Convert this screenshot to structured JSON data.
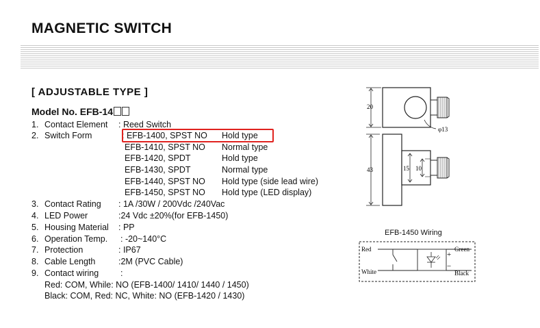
{
  "title": "MAGNETIC SWITCH",
  "subtitle": "[ ADJUSTABLE  TYPE ]",
  "model_label": "Model No.  EFB-14",
  "specs": [
    {
      "num": "1.",
      "label": "Contact Element",
      "value": ": Reed Switch"
    },
    {
      "num": "2.",
      "label": "Switch Form",
      "value": ""
    },
    {
      "num": "3.",
      "label": "Contact Rating",
      "value": ": 1A /30W / 200Vdc /240Vac"
    },
    {
      "num": "4.",
      "label": "LED Power",
      "value": ":24 Vdc ±20%(for EFB-1450)"
    },
    {
      "num": "5.",
      "label": "Housing Material",
      "value": ": PP"
    },
    {
      "num": "6.",
      "label": "Operation Temp.",
      "value": ": -20~140°C"
    },
    {
      "num": "7.",
      "label": "Protection",
      "value": ": IP67"
    },
    {
      "num": "8.",
      "label": "Cable Length",
      "value": ":2M (PVC Cable)"
    },
    {
      "num": "9.",
      "label": "Contact wiring",
      "value": ":"
    }
  ],
  "switch_forms": [
    {
      "model": ": EFB-1400, SPST NO",
      "type": "Hold type"
    },
    {
      "model": "EFB-1410, SPST NO",
      "type": "Normal type"
    },
    {
      "model": "EFB-1420, SPDT",
      "type": "Hold type"
    },
    {
      "model": "EFB-1430, SPDT",
      "type": "Normal type"
    },
    {
      "model": "EFB-1440, SPST NO",
      "type": "Hold type (side lead wire)"
    },
    {
      "model": "EFB-1450, SPST NO",
      "type": "Hold type (LED display)"
    }
  ],
  "wiring_notes": [
    "Red: COM, While: NO  (EFB-1400/ 1410/ 1440 / 1450)",
    "Black: COM, Red: NC, White: NO (EFB-1420 / 1430)"
  ],
  "drawing": {
    "dim_20": "20",
    "dim_phi13": "φ13",
    "dim_43": "43",
    "dim_15": "15",
    "dim_10": "10"
  },
  "wiring": {
    "title": "EFB-1450 Wiring",
    "red": "Red",
    "white": "White",
    "green": "Green",
    "black": "Black",
    "plus": "+",
    "minus": "−"
  },
  "colors": {
    "highlight": "#e0221e"
  }
}
